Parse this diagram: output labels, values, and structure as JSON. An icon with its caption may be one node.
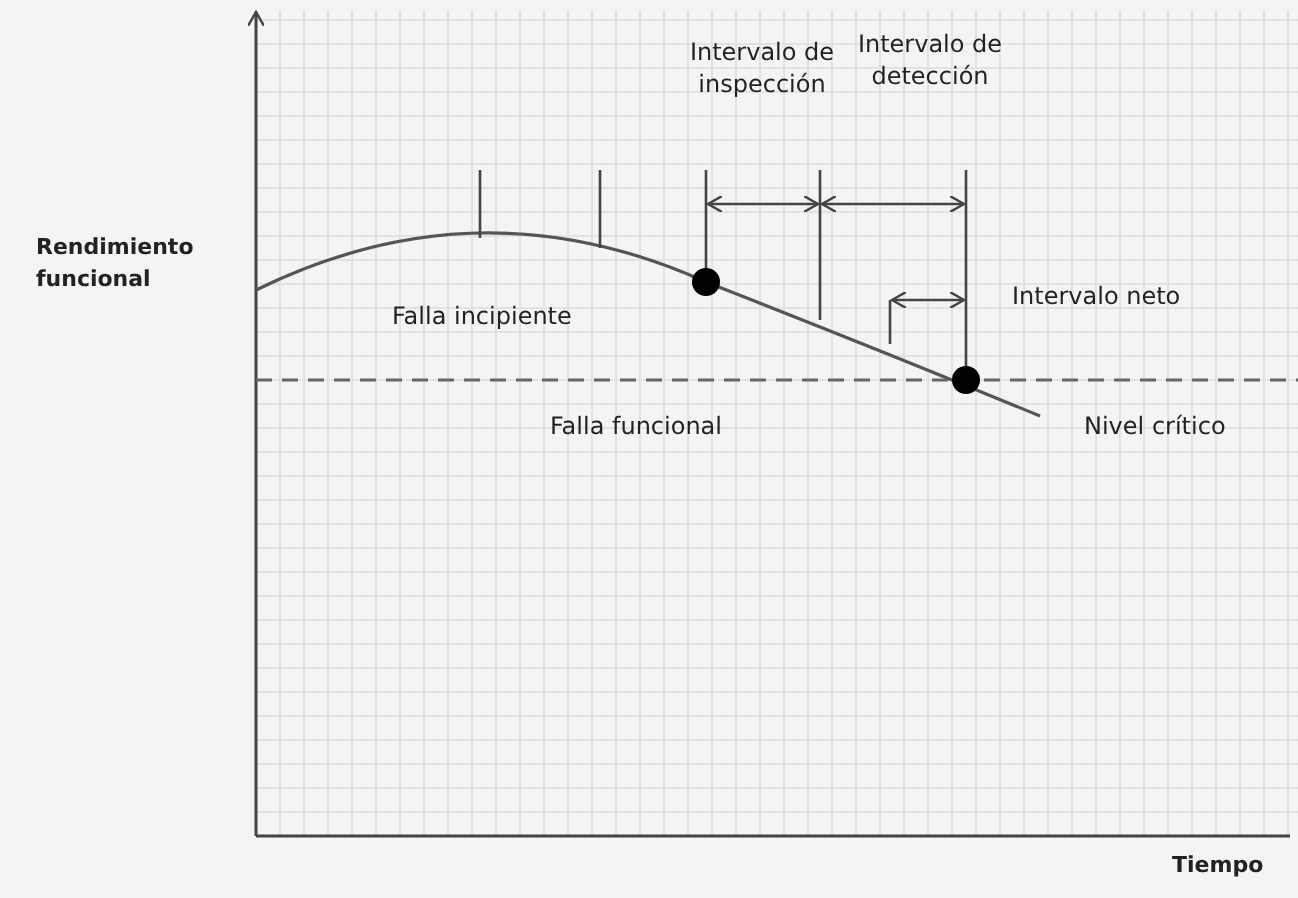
{
  "diagram": {
    "labels": [
      "Rendimiento funcional",
      "Intervalo de inspección",
      "Intervalo de detección",
      "Falla incipiente",
      "Intervalo neto",
      "Falla funcional",
      "Nivel crítico",
      "Tiempo"
    ]
  }
}
